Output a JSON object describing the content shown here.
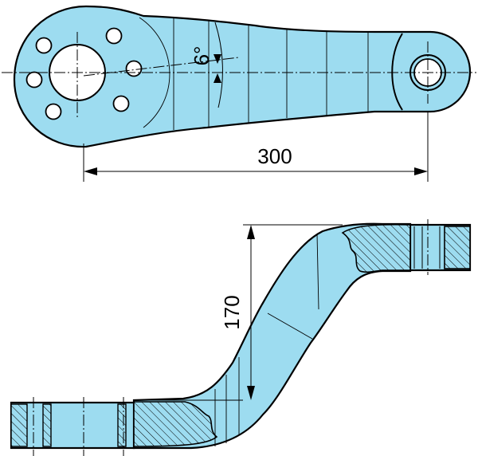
{
  "colors": {
    "part_fill": "#9ddcf0",
    "outline": "#000000",
    "background": "#ffffff"
  },
  "dimensions": {
    "length": "300",
    "height": "170",
    "angle": "6°"
  }
}
